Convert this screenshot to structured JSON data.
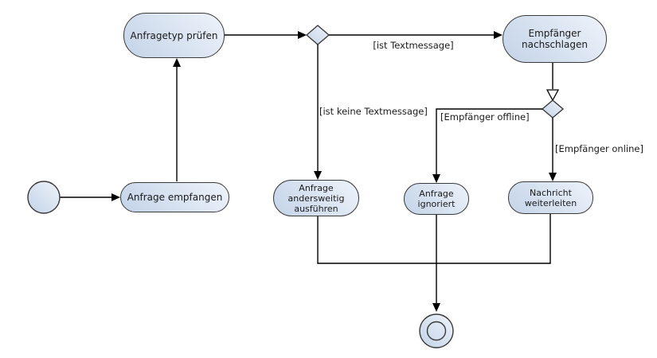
{
  "diagram": {
    "type": "uml-activity-diagram",
    "nodes": {
      "anfragetyp_pruefen": {
        "label": "Anfragetyp prüfen"
      },
      "anfrage_empfangen": {
        "label": "Anfrage empfangen"
      },
      "empfaenger_nachschlagen": {
        "label": "Empfänger\nnachschlagen"
      },
      "anfrage_andersweitig": {
        "label": "Anfrage\nandersweitig\nausführen"
      },
      "anfrage_ignoriert": {
        "label": "Anfrage\nignoriert"
      },
      "nachricht_weiterleiten": {
        "label": "Nachricht\nweiterleiten"
      },
      "start": {
        "type": "initial-node"
      },
      "end": {
        "type": "activity-final-node"
      },
      "decision_1": {
        "type": "decision-node"
      },
      "decision_2": {
        "type": "decision-node"
      }
    },
    "guards": {
      "ist_textmessage": "[ist Textmessage]",
      "ist_keine_textmessage": "[ist keine Textmessage]",
      "empfaenger_offline": "[Empfänger offline]",
      "empfaenger_online": "[Empfänger online]"
    },
    "colors": {
      "background": "#ffffff",
      "node_fill_light": "#eef3fa",
      "node_fill_dark": "#c3d3e8",
      "node_border": "#3a3a3a",
      "edge": "#000000"
    }
  }
}
